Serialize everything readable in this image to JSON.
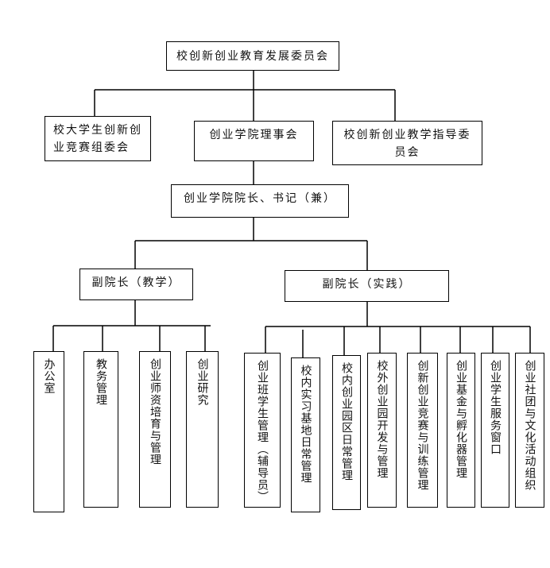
{
  "top": "校创新创业教育发展委员会",
  "level2": {
    "left": "校大学生创新创业竞赛组委会",
    "center": "创业学院理事会",
    "right": "校创新创业教学指导委员会"
  },
  "dean": "创业学院院长、书记（兼）",
  "vice_teaching": {
    "label": "副院长（教学）",
    "units": [
      "办公室",
      "教务管理",
      "创业师资培育与管理",
      "创业研究"
    ]
  },
  "vice_practice": {
    "label": "副院长（实践）",
    "units": [
      "创业班学生管理（辅导员）",
      "校内实习基地日常管理",
      "校内创业园区日常管理",
      "校外创业园开发与管理",
      "创新创业竞赛与训练管理",
      "创业基金与孵化器管理",
      "创业学生服务窗口",
      "创业社团与文化活动组织"
    ]
  }
}
